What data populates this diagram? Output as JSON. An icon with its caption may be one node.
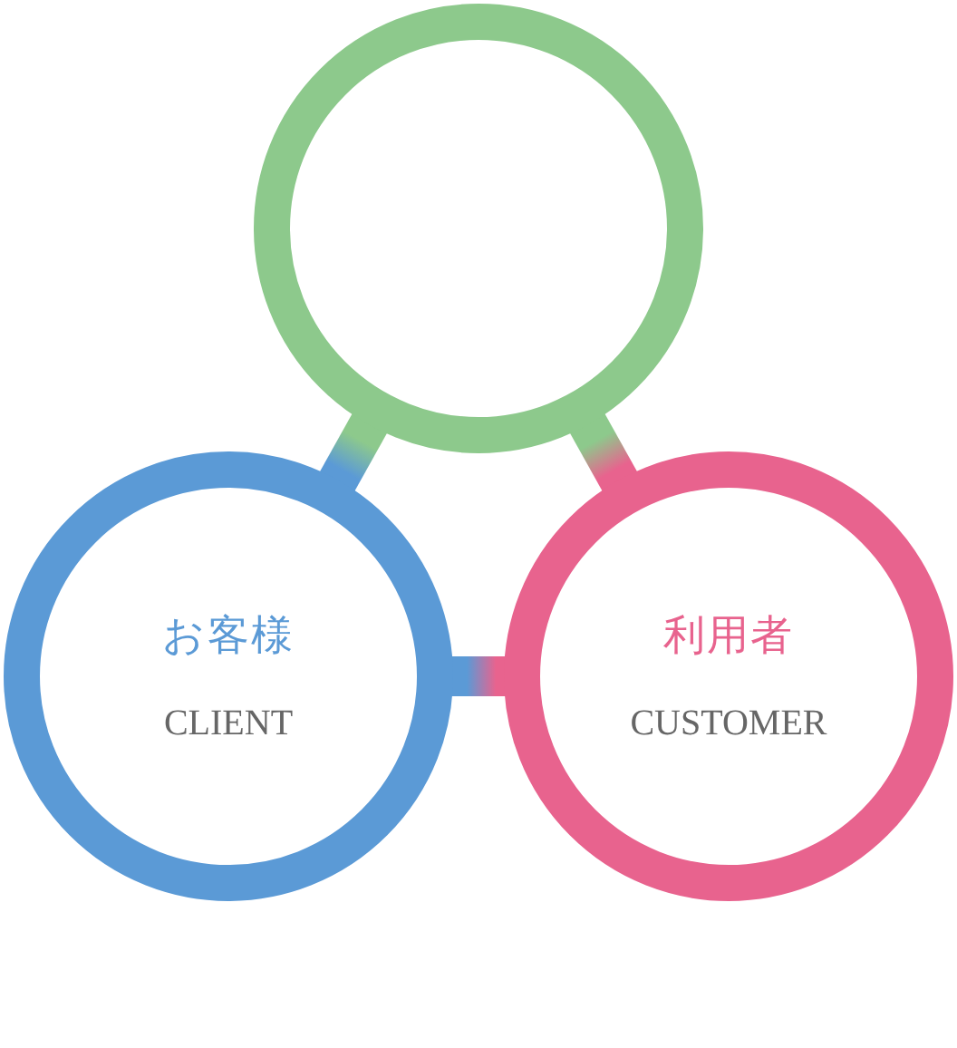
{
  "diagram": {
    "nodes": [
      {
        "text": [],
        "shape": "circle"
      },
      {
        "text": [
          "お客様",
          "CLIENT"
        ]
      },
      {
        "text": [
          "利用者",
          "CUSTOMER"
        ]
      }
    ],
    "edges": [
      {
        "from": 0,
        "to": 1,
        "arrow": "none"
      },
      {
        "from": 0,
        "to": 2,
        "arrow": "none"
      },
      {
        "from": 1,
        "to": 2,
        "arrow": "none"
      }
    ]
  }
}
